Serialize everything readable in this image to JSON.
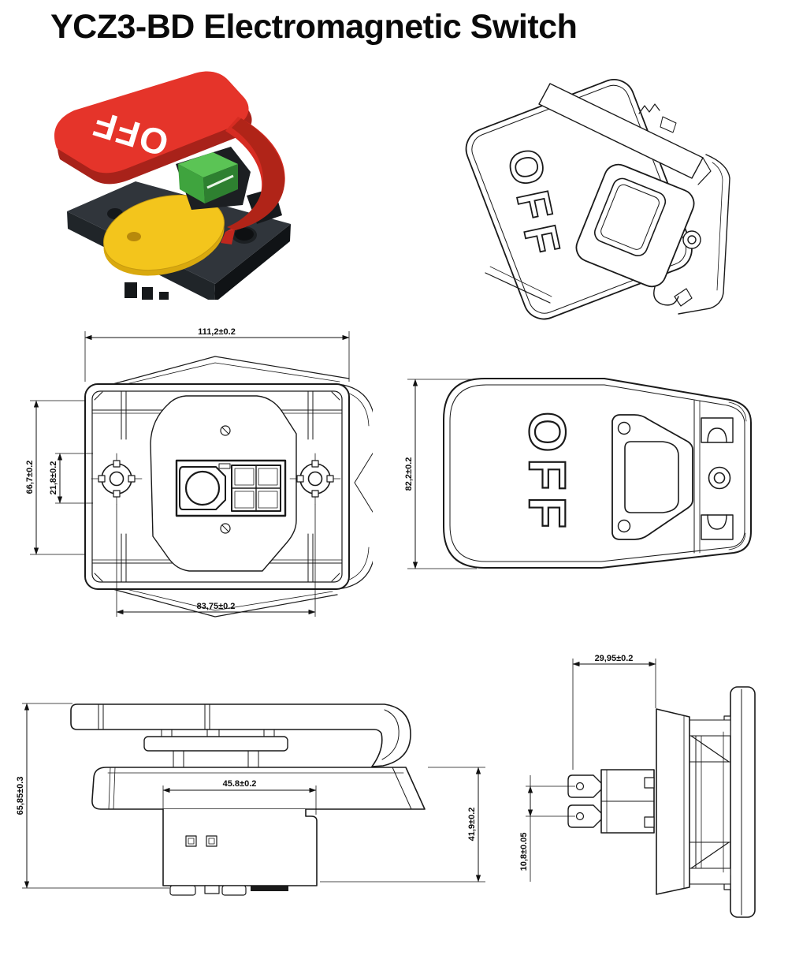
{
  "title": "YCZ3-BD Electromagnetic Switch",
  "product_photo": {
    "lever_label": "OFF"
  },
  "isometric_view": {
    "lever_label": "OFF"
  },
  "bottom_view": {
    "dim_width": "111,2±0.2",
    "dim_height": "66,7±0.2",
    "dim_inner_height": "21,8±0.2",
    "dim_hole_spacing": "83,75±0.2"
  },
  "top_view": {
    "lever_label": "OFF",
    "dim_height": "82,2±0.2"
  },
  "side_view": {
    "dim_total_height": "65,85±0.3",
    "dim_body_width": "45.8±0.2",
    "dim_lower_height": "41,9±0.2"
  },
  "end_view": {
    "dim_depth": "29,95±0.2",
    "dim_pin_pitch": "10,8±0.05"
  },
  "colors": {
    "red": "#e5342a",
    "red_dark": "#b5271c",
    "yellow": "#f3c51c",
    "green": "#3fa43e",
    "base_black": "#2f343a",
    "line": "#1a1a1a"
  }
}
